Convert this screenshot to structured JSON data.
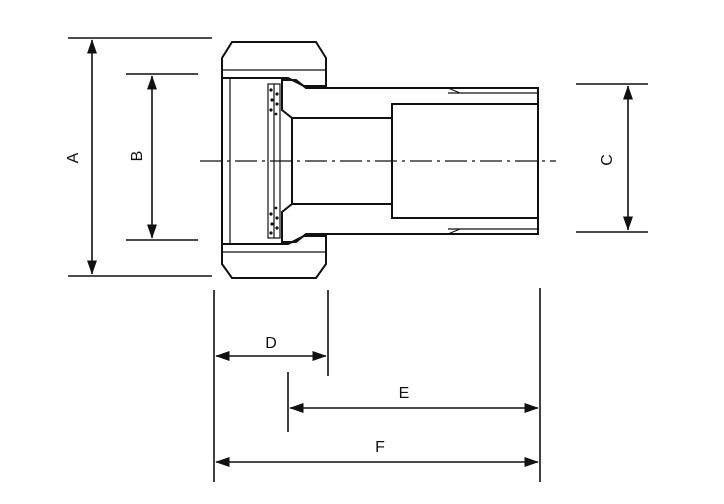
{
  "dimensions": {
    "a": "A",
    "b": "B",
    "c": "C",
    "d": "D",
    "e": "E",
    "f": "F"
  },
  "colors": {
    "ink": "#111111",
    "background": "#ffffff"
  }
}
